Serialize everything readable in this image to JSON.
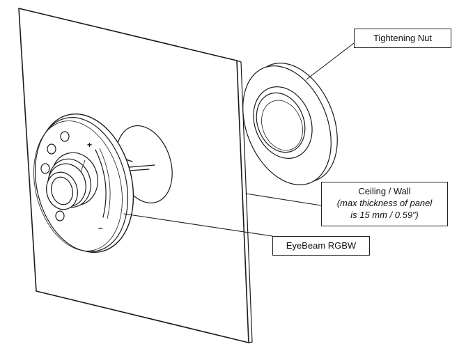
{
  "labels": {
    "tightening_nut": "Tightening Nut",
    "ceiling_wall_title": "Ceiling / Wall",
    "ceiling_wall_note_line1": "(max thickness of panel",
    "ceiling_wall_note_line2": "is 15 mm / 0.59”)",
    "eyebeam": "EyeBeam RGBW",
    "plus_symbol": "+",
    "minus_symbol": "–"
  },
  "colors": {
    "line": "#1a1a1a",
    "background": "#ffffff"
  }
}
